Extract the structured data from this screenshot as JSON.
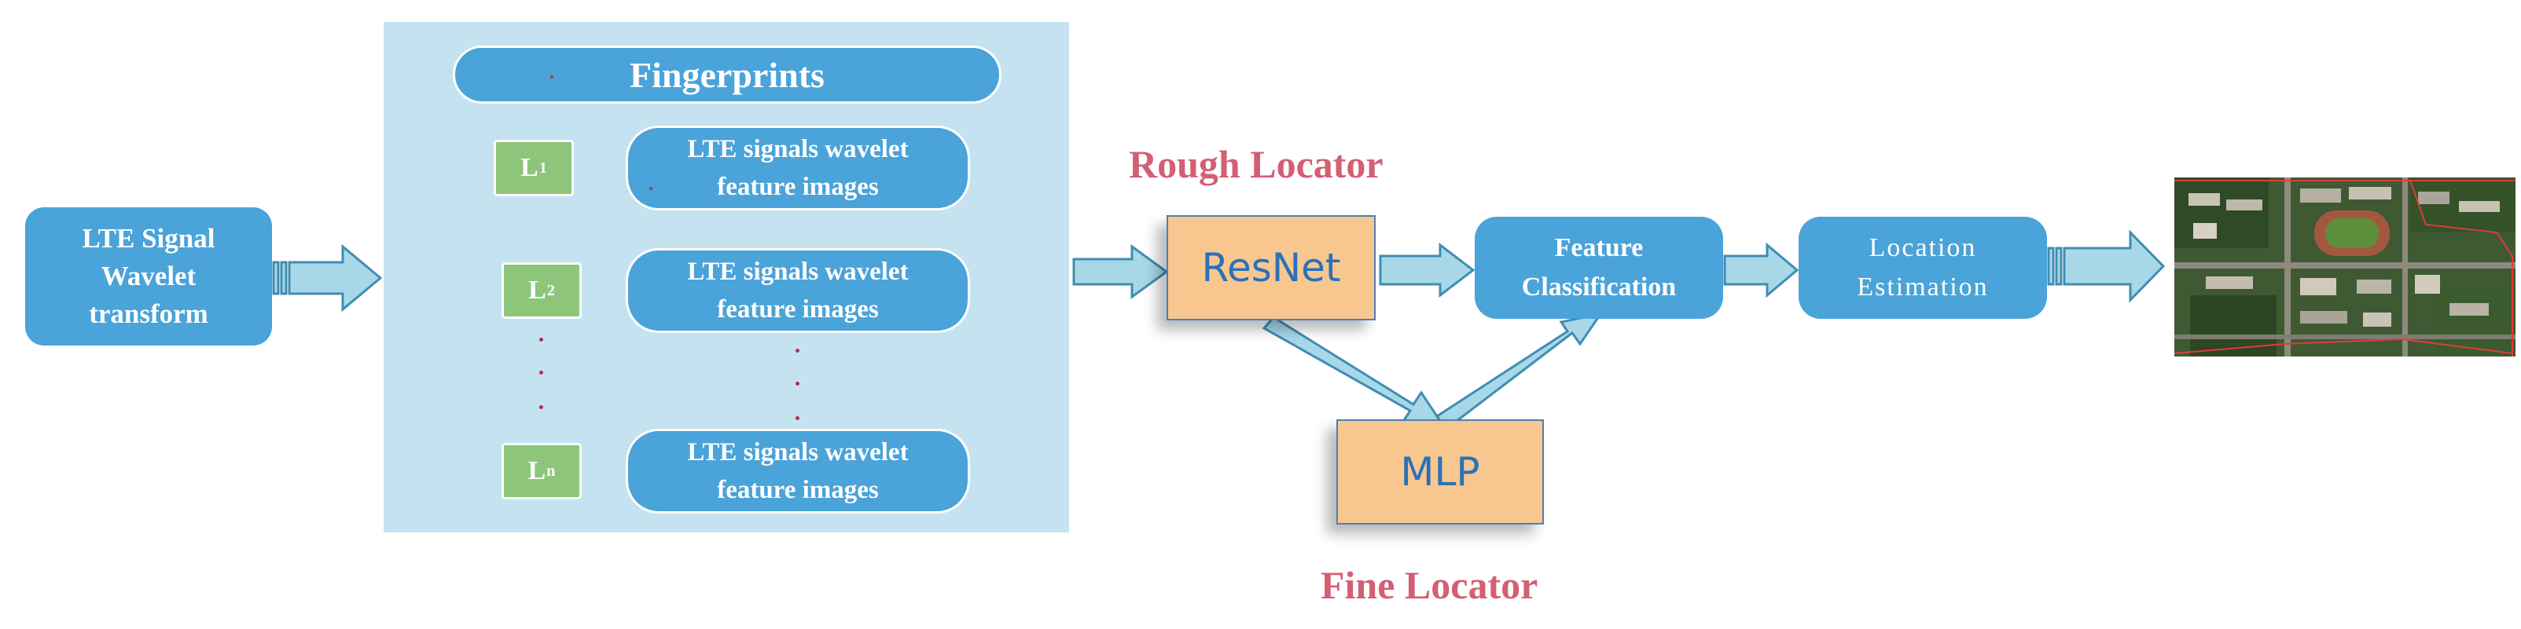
{
  "diagram": {
    "input_box": {
      "lines": [
        "LTE Signal",
        "Wavelet",
        "transform"
      ]
    },
    "fingerprints": {
      "title": "Fingerprints",
      "rows": [
        {
          "label": "L",
          "subscript": "1",
          "feature_lines": [
            "LTE signals wavelet",
            "feature images"
          ]
        },
        {
          "label": "L",
          "subscript": "2",
          "feature_lines": [
            "LTE signals wavelet",
            "feature images"
          ]
        },
        {
          "label": "L",
          "subscript": "n",
          "feature_lines": [
            "LTE signals wavelet",
            "feature images"
          ]
        }
      ]
    },
    "rough_locator": {
      "label": "Rough Locator",
      "model": "ResNet"
    },
    "fine_locator": {
      "label": "Fine Locator",
      "model": "MLP"
    },
    "feature_classification": {
      "lines": [
        "Feature",
        "Classification"
      ]
    },
    "location_estimation": {
      "lines": [
        "Location",
        "Estimation"
      ]
    },
    "colors": {
      "box_blue": "#4aa3d9",
      "panel_blue": "#c5e2f1",
      "label_green": "#8dc67a",
      "model_orange": "#f8c78f",
      "model_text_blue": "#2a71b8",
      "locator_label_red": "#d45f73",
      "arrow_fill": "#a8d8e8",
      "arrow_stroke": "#3f8db3"
    },
    "output_image": {
      "kind": "aerial-satellite-map",
      "boundary_color": "#e03b3b"
    }
  }
}
